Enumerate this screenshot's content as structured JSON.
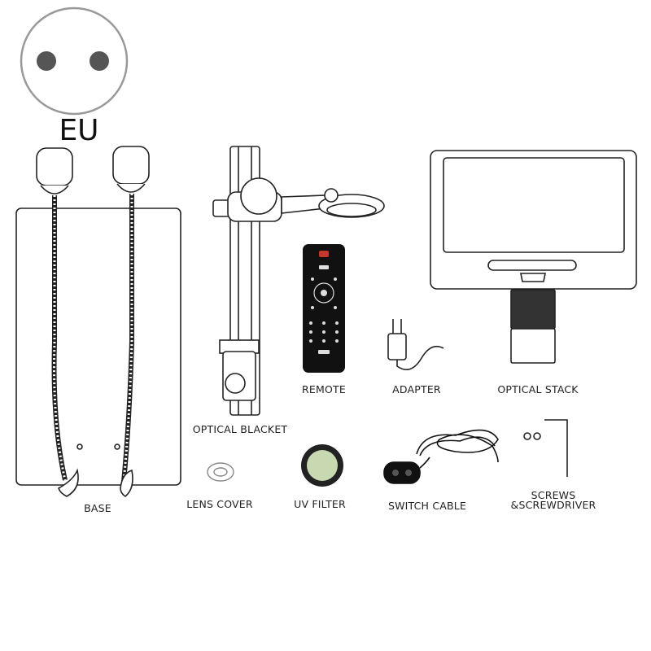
{
  "plug": {
    "region": "EU"
  },
  "items": {
    "base": "BASE",
    "optical_bracket": "OPTICAL BLACKET",
    "remote": "REMOTE",
    "adapter": "ADAPTER",
    "optical_stack": "OPTICAL STACK",
    "lens_cover": "LENS COVER",
    "uv_filter": "UV FILTER",
    "switch_cable": "SWITCH CABLE",
    "screws_line1": "SCREWS",
    "screws_line2": "&SCREWDRIVER"
  },
  "colors": {
    "line": "#222222",
    "remote_body": "#111111",
    "remote_power": "#c0392b",
    "filter_glass": "#c8d8b0"
  }
}
